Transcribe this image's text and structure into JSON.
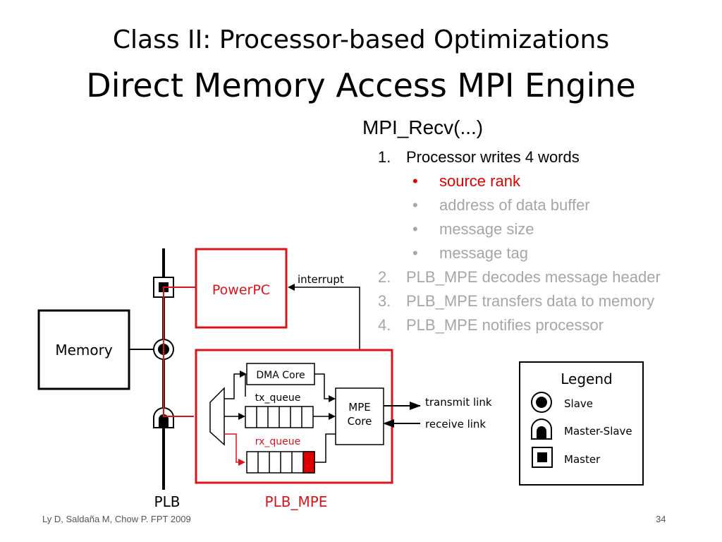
{
  "slide": {
    "title_line1": "Class II: Processor-based Optimizations",
    "title_line2": "Direct Memory Access MPI Engine",
    "function_name": "MPI_Recv(...)",
    "footer_citation": "Ly D, Saldaña M, Chow P. FPT 2009",
    "page_number": "34"
  },
  "steps": [
    {
      "num": "1.",
      "text": "Processor writes 4 words"
    },
    {
      "num": "2.",
      "text": "PLB_MPE decodes message header"
    },
    {
      "num": "3.",
      "text": "PLB_MPE transfers data to memory"
    },
    {
      "num": "4.",
      "text": "PLB_MPE notifies processor"
    }
  ],
  "substeps": [
    {
      "bullet": "•",
      "text": "source rank"
    },
    {
      "bullet": "•",
      "text": "address of data buffer"
    },
    {
      "bullet": "•",
      "text": "message size"
    },
    {
      "bullet": "•",
      "text": "message tag"
    }
  ],
  "diagram": {
    "memory": "Memory",
    "powerpc": "PowerPC",
    "interrupt": "interrupt",
    "dma_core": "DMA Core",
    "tx_queue": "tx_queue",
    "rx_queue": "rx_queue",
    "mpe_core_line1": "MPE",
    "mpe_core_line2": "Core",
    "transmit_link": "transmit link",
    "receive_link": "receive link",
    "plb": "PLB",
    "plb_mpe": "PLB_MPE"
  },
  "legend": {
    "title": "Legend",
    "items": [
      {
        "label": "Slave",
        "icon": "slave-icon"
      },
      {
        "label": "Master-Slave",
        "icon": "master-slave-icon"
      },
      {
        "label": "Master",
        "icon": "master-icon"
      }
    ]
  },
  "colors": {
    "accent_red": "#d9141a",
    "active_text": "#000000",
    "inactive_text": "#a6a6a6",
    "highlight_text": "#e00000"
  }
}
